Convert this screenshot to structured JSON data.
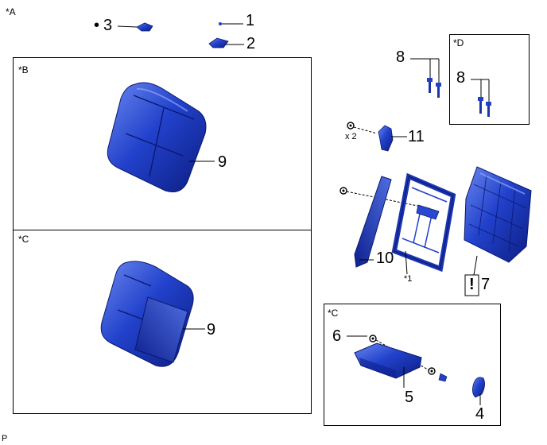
{
  "colors": {
    "part_fill": "#2040c8",
    "part_light": "#5a78e8",
    "part_dark": "#0a1870",
    "line": "#000000"
  },
  "view_labels": {
    "a": "*A",
    "b": "*B",
    "c_upper": "*C",
    "c_lower": "*C",
    "d": "*D",
    "note_1": "*1"
  },
  "callouts": {
    "c1": "1",
    "c2": "2",
    "c3": "3",
    "c4": "4",
    "c5": "5",
    "c6": "6",
    "c7": "7",
    "c8_outer": "8",
    "c8_inner": "8",
    "c9_upper": "9",
    "c9_lower": "9",
    "c10": "10",
    "c11": "11"
  },
  "quantity": "x 2",
  "bullet": "•",
  "caution_mark": "!",
  "footer": "P"
}
